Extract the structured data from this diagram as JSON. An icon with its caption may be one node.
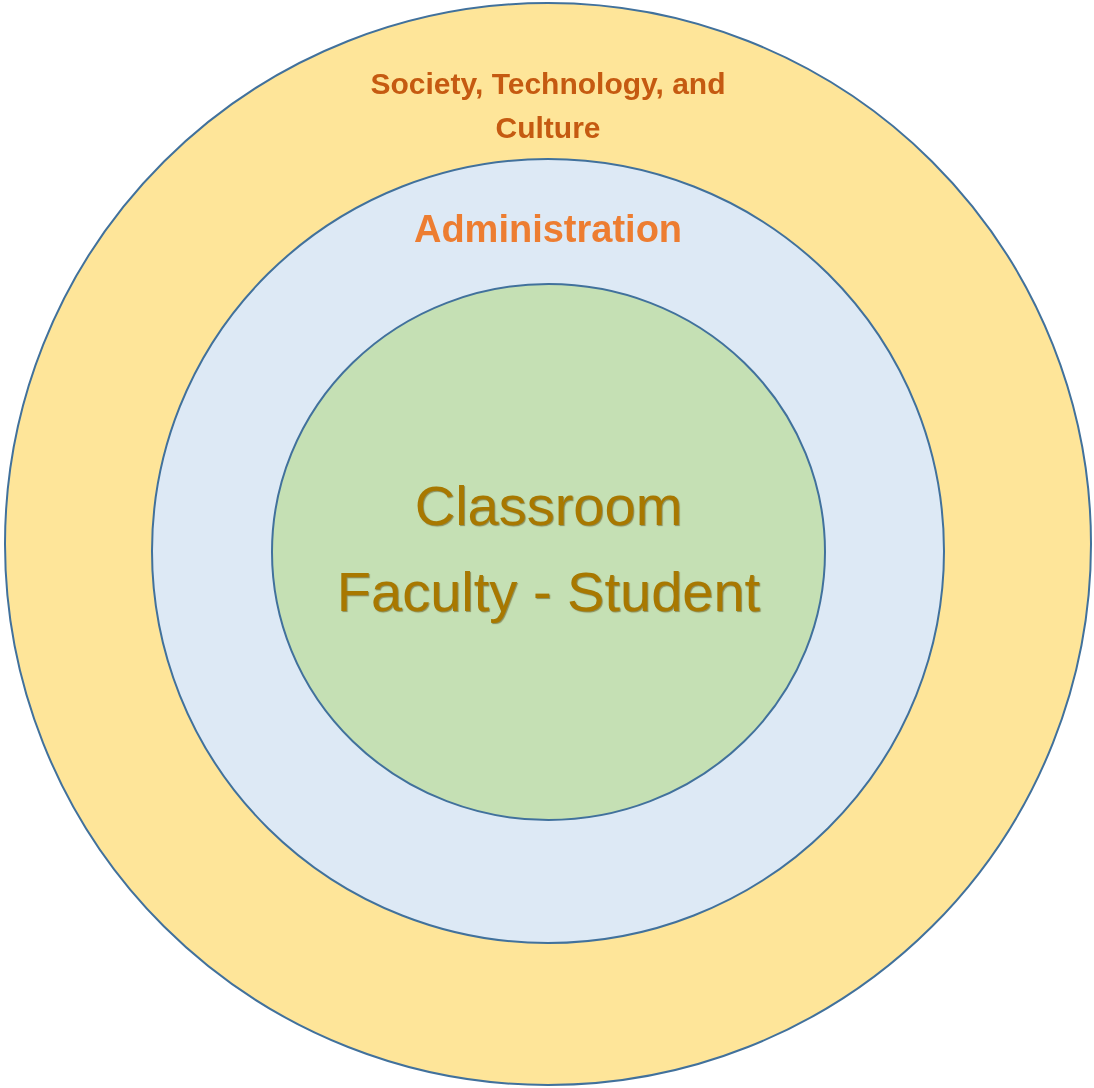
{
  "diagram": {
    "nodes": [
      {
        "text": [
          "Society, Technology, and Culture"
        ]
      },
      {
        "text": [
          "Administration"
        ],
        "in": 0
      },
      {
        "text": [
          "Classroom",
          "Faculty - Student"
        ],
        "in": 1
      }
    ]
  }
}
